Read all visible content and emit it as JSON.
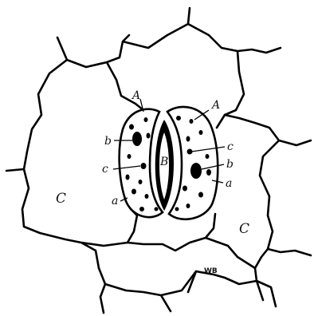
{
  "diagram": {
    "labels": {
      "guard_cell_left": "A",
      "guard_cell_right": "A",
      "pore": "B",
      "epidermal_cell_left": "C",
      "epidermal_cell_right": "C",
      "nucleus_left": "b",
      "nucleus_right": "b",
      "chloroplast_left": "c",
      "chloroplast_right": "c",
      "cytoplasm_left": "a",
      "cytoplasm_right": "a",
      "signature": "WB"
    }
  }
}
